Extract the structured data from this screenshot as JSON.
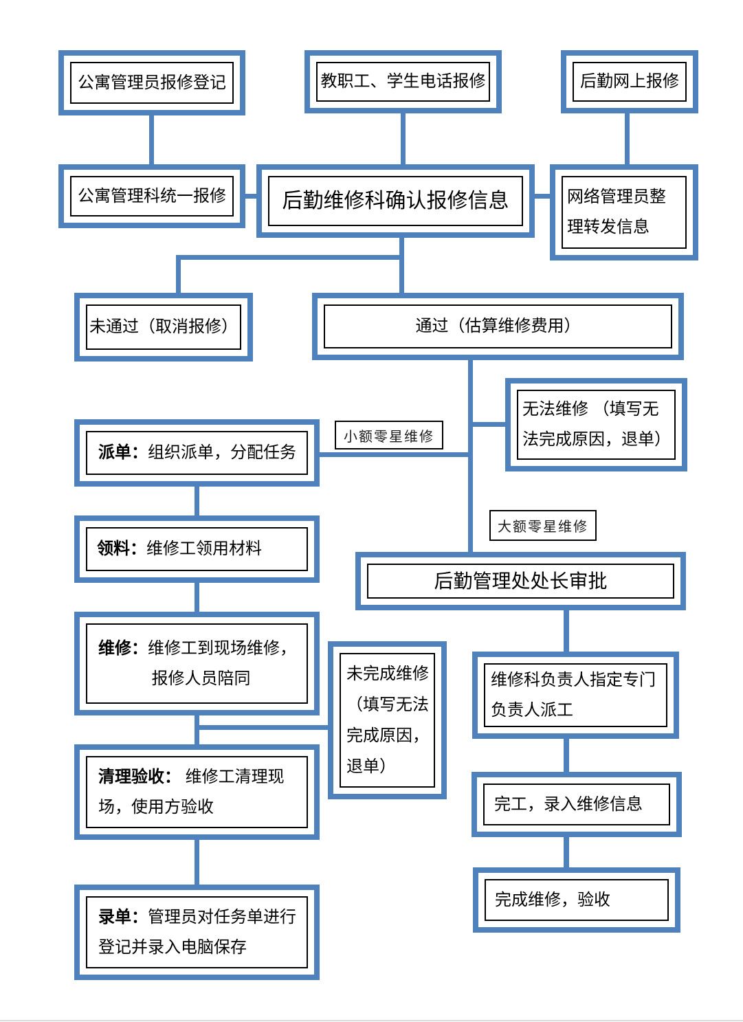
{
  "colors": {
    "accent_blue": "#4f81bd",
    "inner_border": "#000000",
    "page_edge_gray": "#d9d9d9"
  },
  "nodes": {
    "apartment_register": {
      "text": "公寓管理员报修登记"
    },
    "phone_report": {
      "text": "教职工、学生电话报修"
    },
    "online_report": {
      "text": "后勤网上报修"
    },
    "apartment_unified": {
      "text": "公寓管理科统一报修"
    },
    "confirm_info": {
      "text": "后勤维修科确认报修信息"
    },
    "network_forward": {
      "lines": [
        "网络管理员整",
        "理转发信息"
      ]
    },
    "not_passed": {
      "text": "未通过（取消报修）"
    },
    "passed": {
      "text": "通过（估算维修费用）"
    },
    "cannot_repair": {
      "lines": [
        "无法维修 （填写无",
        "法完成原因，退单）"
      ]
    },
    "dispatch": {
      "prefix": "派单：",
      "rest": "组织派单，分配任务"
    },
    "materials": {
      "prefix": "领料：",
      "rest": "维修工领用材料"
    },
    "repair": {
      "prefix": "维修：",
      "rest": "维修工到现场维修，",
      "line2": "报修人员陪同"
    },
    "incomplete": {
      "lines": [
        "未完成维修",
        "（填写无法",
        "完成原因，",
        "退单）"
      ]
    },
    "director_approval": {
      "text": "后勤管理处处长审批"
    },
    "assign_worker": {
      "lines": [
        "维修科负责人指定专门",
        "负责人派工"
      ]
    },
    "cleanup_accept": {
      "prefix": "清理验收：",
      "rest": " 维修工清理现",
      "line2": "场，使用方验收"
    },
    "finish_entry": {
      "text": "完工，录入维修信息"
    },
    "record_entry": {
      "prefix": "录单：",
      "rest": "管理员对任务单进行",
      "line2": "登记并录入电脑保存"
    },
    "final_accept": {
      "text": "完成维修，验收"
    }
  },
  "labels": {
    "small_repair": "小额零星维修",
    "large_repair": "大额零星维修"
  }
}
